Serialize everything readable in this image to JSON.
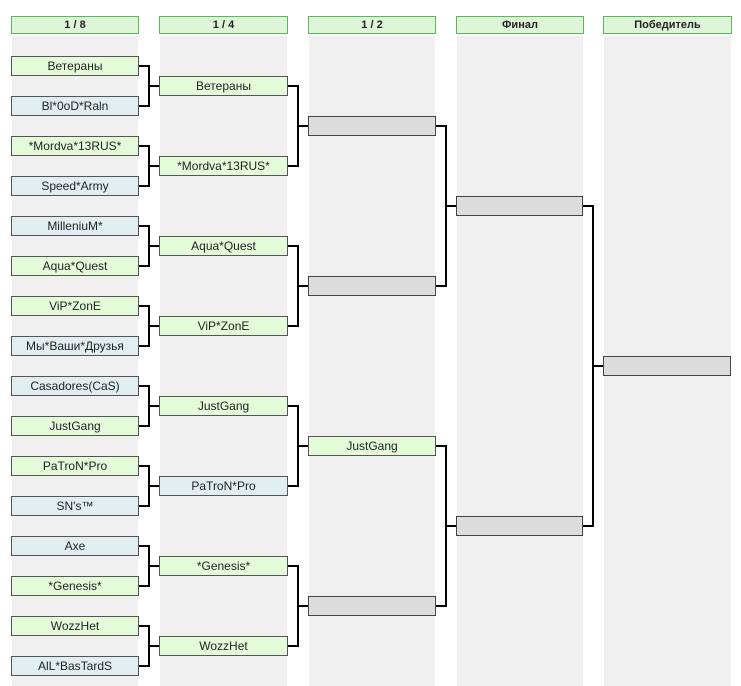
{
  "headers": [
    "1 / 8",
    "1 / 4",
    "1 / 2",
    "Финал",
    "Победитель"
  ],
  "round_of_16": [
    "Ветераны",
    "Bl*0oD*Raln",
    "*Mordva*13RUS*",
    "Speed*Army",
    "MilleniuM*",
    "Aqua*Quest",
    "ViP*ZonE",
    "Мы*Ваши*Друзья",
    "Casadores(CaS)",
    "JustGang",
    "PaTroN*Pro",
    "SN's™",
    "Axe",
    "*Genesis*",
    "WozzHet",
    "AlL*BasTardS"
  ],
  "quarterfinal": [
    "Ветераны",
    "*Mordva*13RUS*",
    "Aqua*Quest",
    "ViP*ZonE",
    "JustGang",
    "PaTroN*Pro",
    "*Genesis*",
    "WozzHet"
  ],
  "semifinal": [
    "",
    "",
    "JustGang",
    ""
  ],
  "final": [
    "",
    ""
  ],
  "winner": [
    ""
  ]
}
